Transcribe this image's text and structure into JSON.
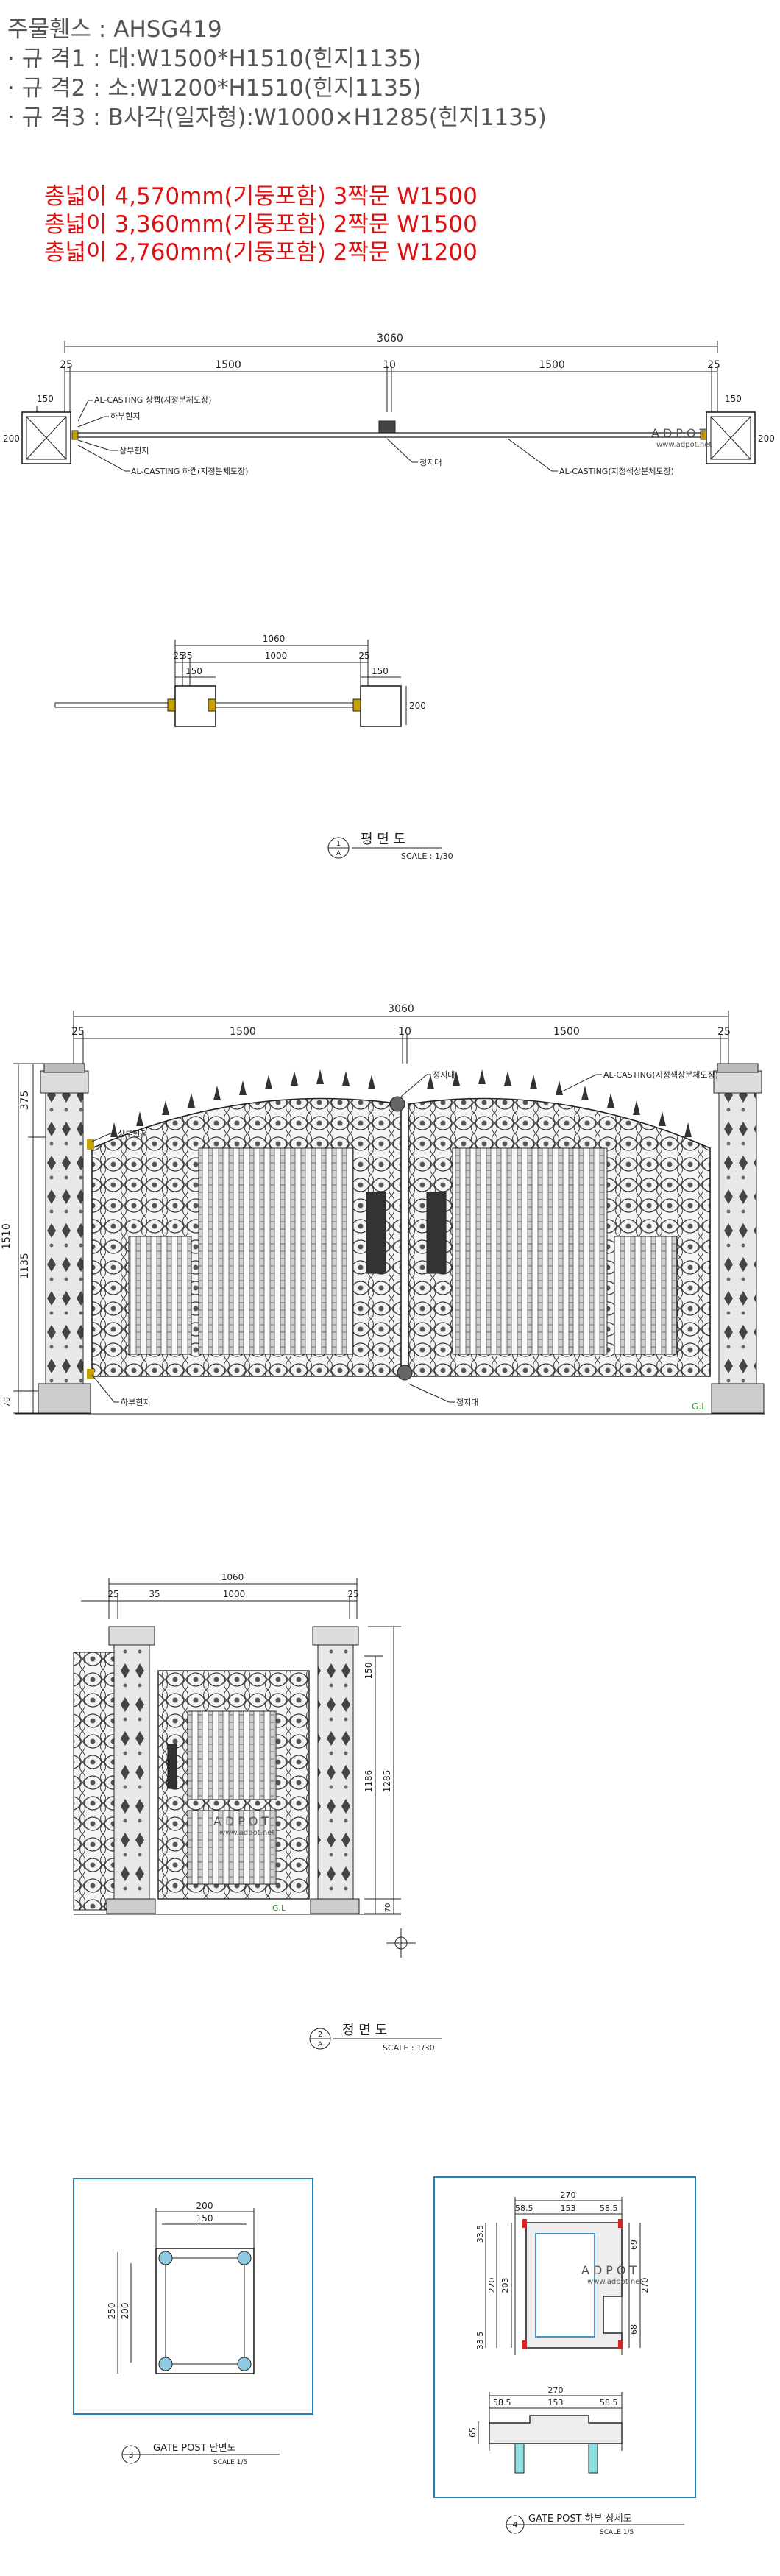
{
  "header": {
    "line1": "주물휀스 : AHSG419",
    "line2": "· 규 격1 : 대:W1500*H1510(힌지1135)",
    "line3": "· 규 격2 : 소:W1200*H1510(힌지1135)",
    "line4": "· 규 격3 : B사각(일자형):W1000×H1285(힌지1135)"
  },
  "widths": {
    "line1": "총넓이 4,570mm(기둥포함) 3짝문 W1500",
    "line2": "총넓이 3,360mm(기둥포함) 2짝문 W1500",
    "line3": "총넓이 2,760mm(기둥포함) 2짝문 W1200"
  },
  "plan": {
    "total": "3060",
    "left_post": "25",
    "leaf_left": "1500",
    "gap": "10",
    "leaf_right": "1500",
    "right_post": "25",
    "post_w": "150",
    "post_h": "200",
    "post_h_r": "200",
    "post_w_r": "150",
    "lbl_cast_top": "AL-CASTING 상캡(지정분체도장)",
    "lbl_hinge_low": "하부힌지",
    "lbl_hinge_up": "상부힌지",
    "lbl_cast_bot": "AL-CASTING 하캡(지정분체도장)",
    "lbl_stopper": "정지대",
    "lbl_cast_right": "AL-CASTING(지정색상분체도장)",
    "watermark": "ADPOT",
    "watermark_url": "www.adpot.net"
  },
  "plan_small": {
    "total": "1060",
    "p1": "25",
    "p2": "35",
    "leaf": "1000",
    "p3": "25",
    "post_w": "150",
    "post_w2": "150",
    "post_h": "200"
  },
  "plan_title": {
    "num": "1",
    "sub": "A",
    "label": "평 면 도",
    "scale": "SCALE : 1/30"
  },
  "elev": {
    "total": "3060",
    "left_post": "25",
    "leaf_left": "1500",
    "gap": "10",
    "leaf_right": "1500",
    "right_post": "25",
    "h_total": "1510",
    "h_top": "375",
    "h_hinge": "1135",
    "h_base": "70",
    "lbl_hinge_up": "상부힌지",
    "lbl_stopper_top": "정지대",
    "lbl_cast": "AL-CASTING(지정색상분체도장)",
    "lbl_hinge_low": "하부힌지",
    "lbl_stopper_bot": "정지대",
    "gl": "G.L"
  },
  "elev_small": {
    "total": "1060",
    "p1": "25",
    "p2": "35",
    "leaf": "1000",
    "p3": "25",
    "h1": "150",
    "h2": "1186",
    "h3": "1285",
    "h4": "70",
    "gl": "G.L",
    "watermark": "ADPOT",
    "watermark_url": "www.adpot.net"
  },
  "elev_title": {
    "num": "2",
    "sub": "A",
    "label": "정 면 도",
    "scale": "SCALE : 1/30"
  },
  "post_section": {
    "w_outer": "200",
    "w_inner": "150",
    "h_outer": "250",
    "h_inner": "200",
    "num": "3",
    "label": "GATE POST 단면도",
    "scale": "SCALE 1/5"
  },
  "hinge_detail": {
    "w_total": "270",
    "a": "58.5",
    "b": "153",
    "c": "58.5",
    "h1": "33.5",
    "h2": "203",
    "h3": "33.5",
    "h_total": "270",
    "h_r1": "69",
    "h_r2": "68",
    "v_220": "220",
    "b_total": "270",
    "b_a": "58.5",
    "b_b": "153",
    "b_c": "58.5",
    "b_h": "65",
    "num": "4",
    "label": "GATE POST 하부 상세도",
    "scale": "SCALE 1/5",
    "watermark": "ADPOT",
    "watermark_url": "www.adpot.net"
  }
}
